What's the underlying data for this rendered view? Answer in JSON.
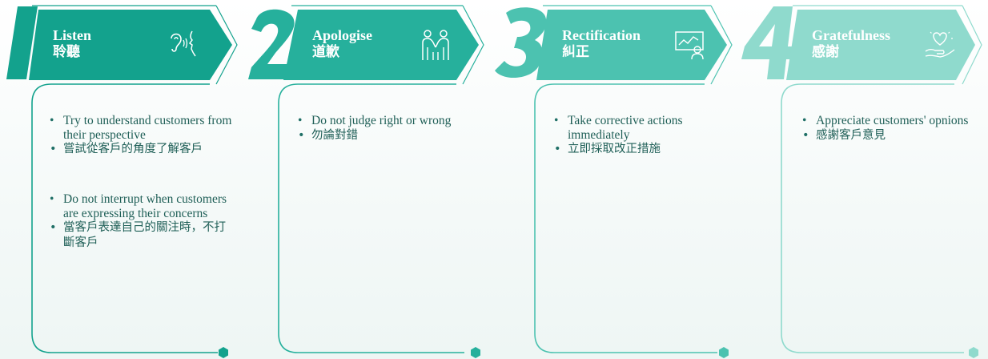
{
  "steps": [
    {
      "number": "1",
      "title_en": "Listen",
      "title_zh": "聆聽",
      "icon": "ear-listen-icon",
      "color": "#13a28d",
      "groups": [
        [
          "Try to understand customers from their perspective",
          "嘗試從客戶的角度了解客戶"
        ],
        [
          "Do not interrupt when customers are expressing their concerns",
          "當客戶表達自己的關注時，不打斷客戶"
        ]
      ]
    },
    {
      "number": "2",
      "title_en": "Apologise",
      "title_zh": "道歉",
      "icon": "apologise-people-icon",
      "color": "#26b09c",
      "groups": [
        [
          "Do not judge right or wrong",
          "勿論對錯"
        ]
      ]
    },
    {
      "number": "3",
      "title_en": "Rectification",
      "title_zh": "糾正",
      "icon": "presentation-board-icon",
      "color": "#4cc2b0",
      "groups": [
        [
          "Take corrective actions immediately",
          "立即採取改正措施"
        ]
      ]
    },
    {
      "number": "4",
      "title_en": "Gratefulness",
      "title_zh": "感謝",
      "icon": "heart-hand-icon",
      "color": "#8fdacd",
      "groups": [
        [
          "Appreciate customers' opnions",
          "感謝客戶意見"
        ]
      ]
    }
  ]
}
